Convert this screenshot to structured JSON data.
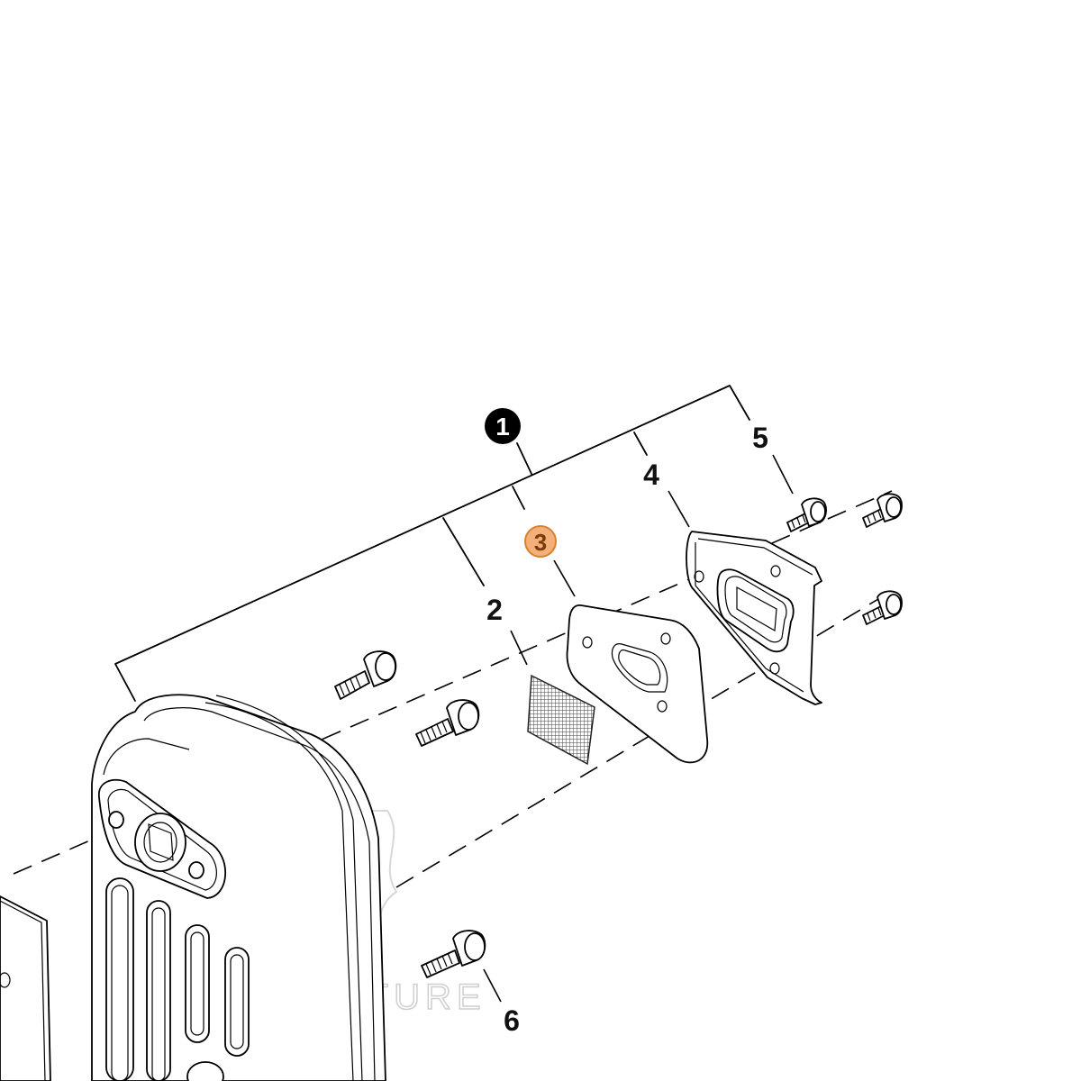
{
  "diagram": {
    "assembly_callout": "1",
    "highlighted_callout": "3",
    "callouts": [
      "2",
      "4",
      "5",
      "6"
    ],
    "watermark": "LEADVENTURE",
    "colors": {
      "line": "#000000",
      "assembly_badge": "#000000",
      "highlight_badge_fill": "#f3b07a",
      "highlight_badge_stroke": "#d9822b",
      "watermark": "#cfcfcf"
    }
  }
}
